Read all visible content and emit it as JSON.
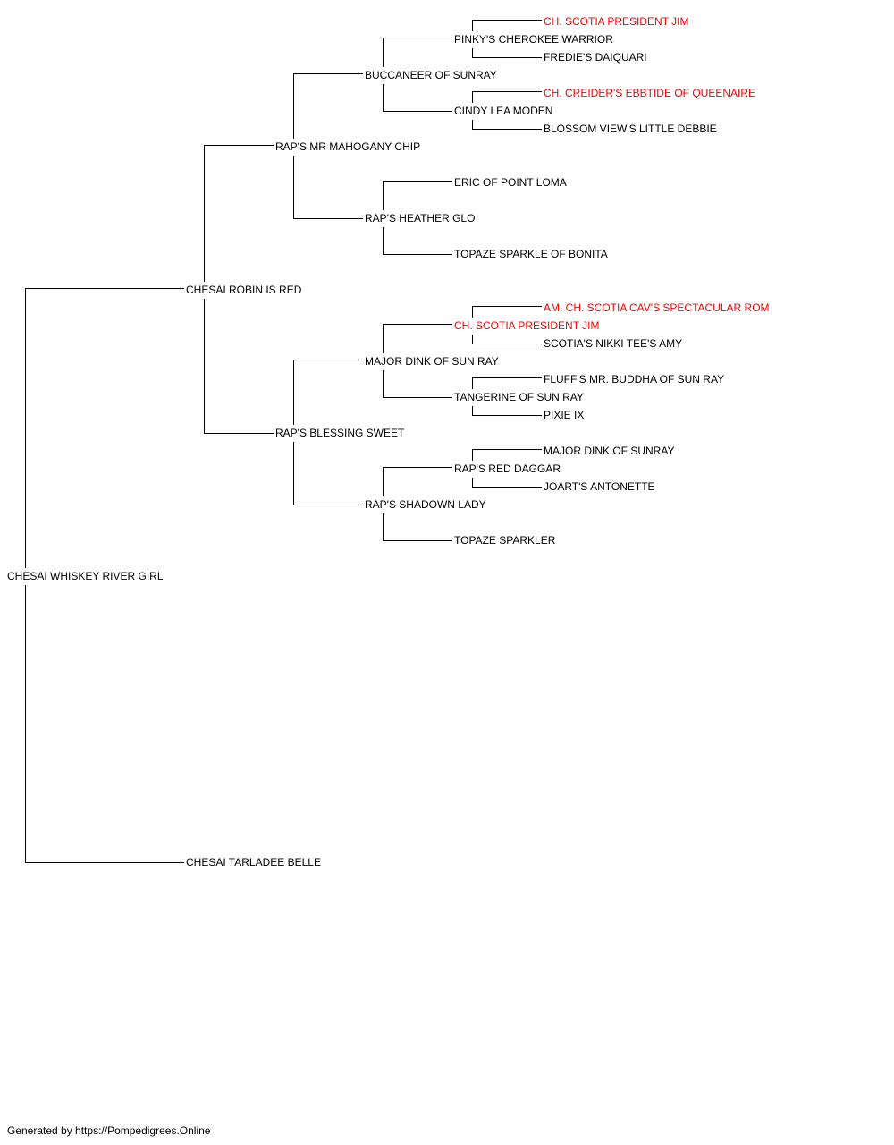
{
  "pedigree": {
    "subject": "CHESAI WHISKEY RIVER GIRL",
    "sire": "CHESAI ROBIN IS RED",
    "dam": "CHESAI TARLADEE BELLE",
    "sire_sire": "RAP'S MR MAHOGANY CHIP",
    "sire_dam": "RAP'S BLESSING SWEET",
    "sss": "BUCCANEER OF SUNRAY",
    "ssd": "RAP'S HEATHER GLO",
    "sds": "MAJOR DINK OF SUN RAY",
    "sdd": "RAP'S SHADOWN LADY",
    "ssss": "PINKY'S CHEROKEE WARRIOR",
    "sssd": "CINDY LEA MODEN",
    "ssds": "ERIC OF POINT LOMA",
    "ssdd": "TOPAZE SPARKLE OF BONITA",
    "sdss": "CH. SCOTIA PRESIDENT JIM",
    "sdsd": "TANGERINE OF SUN RAY",
    "sdds": "RAP'S RED DAGGAR",
    "sddd": "TOPAZE SPARKLER",
    "sssss": "CH. SCOTIA PRESIDENT JIM",
    "ssssd": "FREDIE'S DAIQUARI",
    "sssds": "CH. CREIDER'S EBBTIDE OF QUEENAIRE",
    "sssdd": "BLOSSOM VIEW'S LITTLE DEBBIE",
    "sdsss": "AM. CH. SCOTIA CAV'S SPECTACULAR ROM",
    "sdssd": "SCOTIA'S NIKKI TEE'S AMY",
    "sdsds": "FLUFF'S MR. BUDDHA OF SUN RAY",
    "sdsdd": "PIXIE IX",
    "sddss": "MAJOR DINK OF SUNRAY",
    "sddsd": "JOART'S ANTONETTE"
  },
  "champion_color": "#ff0000",
  "footer": "Generated by https://Pompedigrees.Online"
}
